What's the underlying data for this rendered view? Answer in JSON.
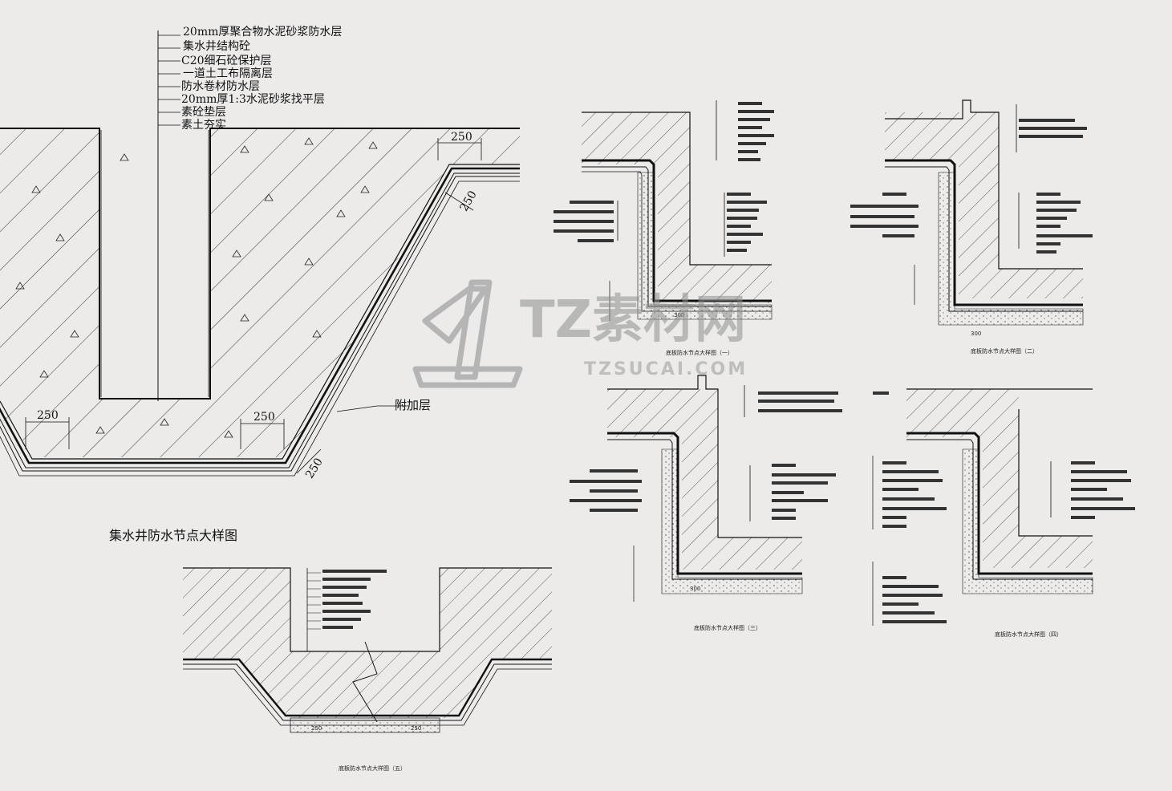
{
  "main_detail": {
    "layer_labels": [
      "20mm厚聚合物水泥砂浆防水层",
      "集水井结构砼",
      "C20细石砼保护层",
      "一道土工布隔离层",
      "防水卷材防水层",
      "20mm厚1:3水泥砂浆找平层",
      "素砼垫层",
      "素土夯实"
    ],
    "dim_labels": [
      "250",
      "250",
      "250",
      "250",
      "250"
    ],
    "added_layer_label": "附加层",
    "title": "集水井防水节点大样图"
  },
  "watermark": {
    "brand": "TZ素材网",
    "url": "TZSUCAI.COM"
  },
  "detail_captions": [
    "底板防水节点大样图（一）",
    "底板防水节点大样图（二）",
    "底板防水节点大样图（三）",
    "底板防水节点大样图（四）",
    "底板防水节点大样图（五）"
  ],
  "small_dims": [
    "300",
    "300",
    "300",
    "250",
    "250"
  ],
  "colors": {
    "paper": "#ecebea",
    "line": "#111111",
    "hatch": "#333333",
    "watermark": "#9a9a9a"
  }
}
